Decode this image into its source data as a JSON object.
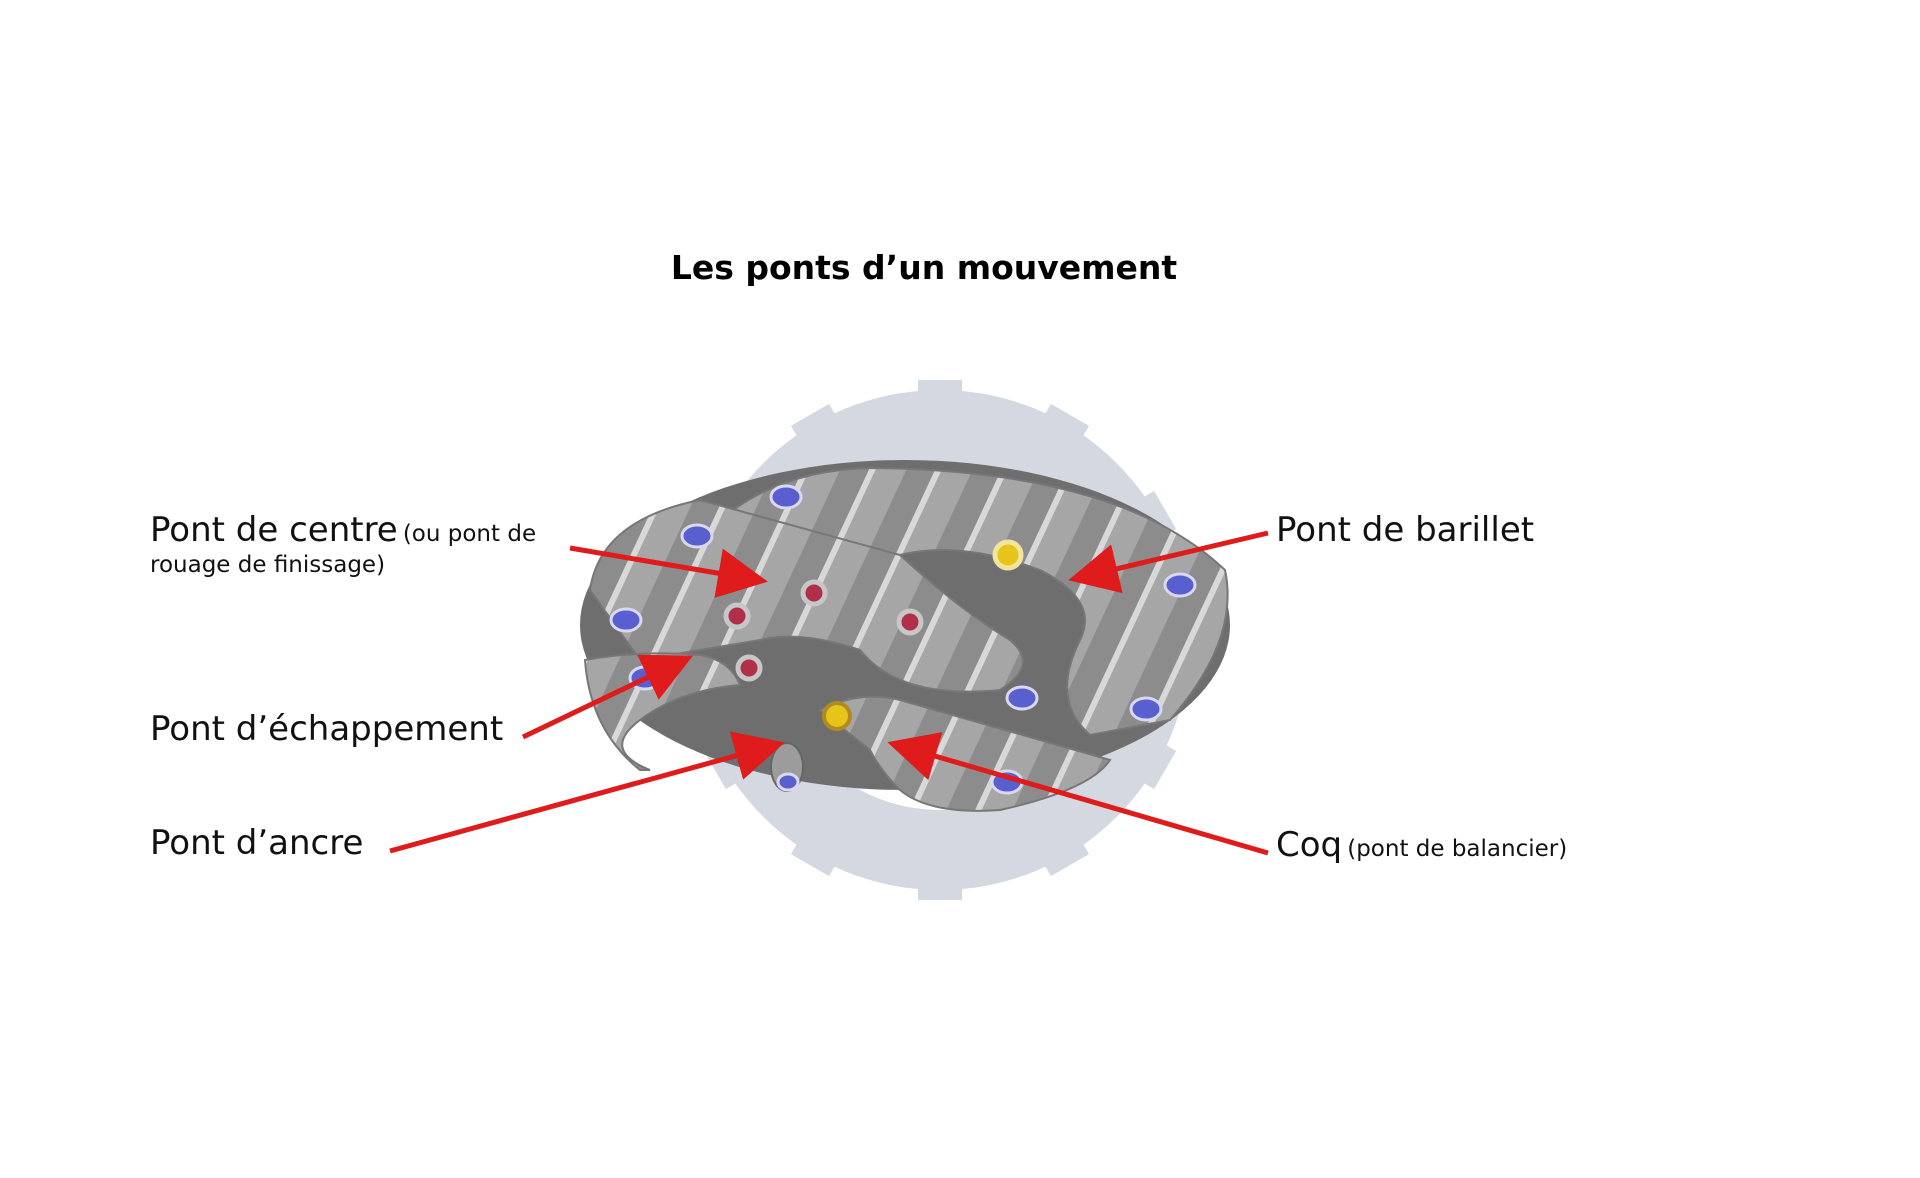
{
  "title": "Les ponts d’un mouvement",
  "labels": {
    "pont_centre": "Pont de centre",
    "pont_centre_note_1": "(ou pont de",
    "pont_centre_note_2": "rouage de finissage)",
    "pont_echappement": "Pont d’échappement",
    "pont_ancre": "Pont d’ancre",
    "pont_barillet": "Pont de barillet",
    "coq": "Coq",
    "coq_note": "(pont de balancier)"
  },
  "colors": {
    "arrow": "#e01b1b",
    "gear_watermark": "#d4d8e0",
    "bridge_metal": "#9a9a9a",
    "screw": "#5a5fd0",
    "jewel": "#b0304a",
    "gold_jewel": "#e6c419"
  }
}
